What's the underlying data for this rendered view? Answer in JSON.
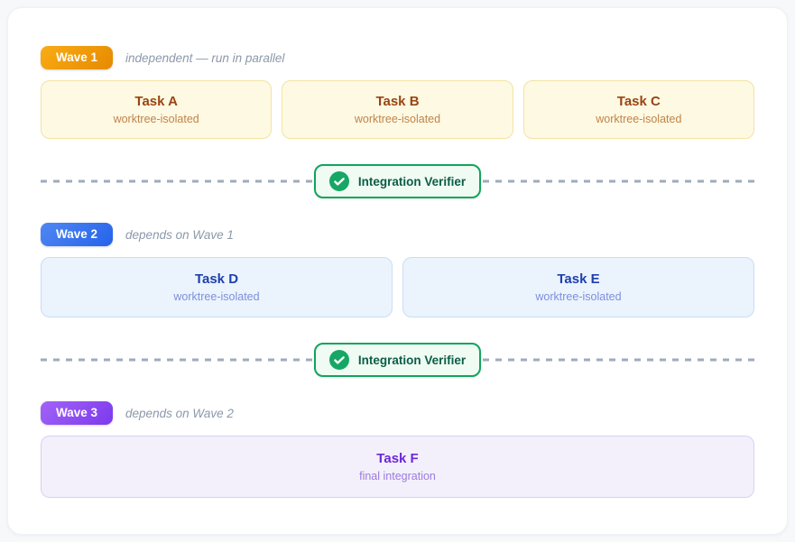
{
  "canvas": {
    "page_bg": "#F7F8FA",
    "panel_bg": "#FFFFFF",
    "dash_color": "#9FABBC"
  },
  "waves": [
    {
      "label": "Wave 1",
      "note": "independent — run in parallel",
      "accent": "#F59E0B",
      "card_bg": "#FDF9E3",
      "card_border": "#F3E3A1",
      "title_color": "#9A4412",
      "subtitle_color": "#C08449",
      "tasks": [
        {
          "title": "Task A",
          "subtitle": "worktree-isolated"
        },
        {
          "title": "Task B",
          "subtitle": "worktree-isolated"
        },
        {
          "title": "Task C",
          "subtitle": "worktree-isolated"
        }
      ]
    },
    {
      "label": "Wave 2",
      "note": "depends on Wave 1",
      "accent": "#2563EB",
      "card_bg": "#EBF3FD",
      "card_border": "#C8DEF6",
      "title_color": "#1E40AF",
      "subtitle_color": "#7C90DB",
      "tasks": [
        {
          "title": "Task D",
          "subtitle": "worktree-isolated"
        },
        {
          "title": "Task E",
          "subtitle": "worktree-isolated"
        }
      ]
    },
    {
      "label": "Wave 3",
      "note": "depends on Wave 2",
      "accent": "#7C3AED",
      "card_bg": "#F3F0FC",
      "card_border": "#DACFF4",
      "title_color": "#6D28D9",
      "subtitle_color": "#9B7CDC",
      "tasks": [
        {
          "title": "Task F",
          "subtitle": "final integration"
        }
      ]
    }
  ],
  "verifiers": [
    {
      "label": "Integration Verifier",
      "icon": "check-circle-icon",
      "icon_color": "#16A765",
      "border_color": "#12A45C",
      "bg": "#EFFBF3",
      "text_color": "#0C5D46"
    },
    {
      "label": "Integration Verifier",
      "icon": "check-circle-icon",
      "icon_color": "#16A765",
      "border_color": "#12A45C",
      "bg": "#EFFBF3",
      "text_color": "#0C5D46"
    }
  ]
}
